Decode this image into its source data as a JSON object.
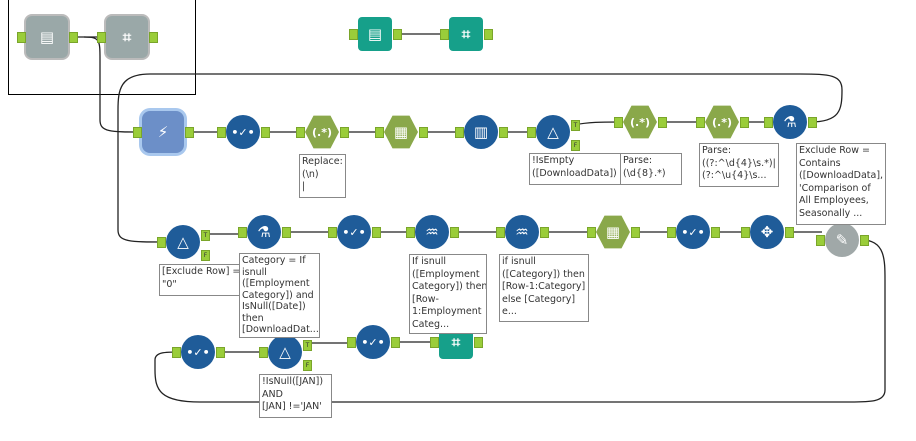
{
  "tools": [
    {
      "id": "t1",
      "type": "text-input",
      "style": "gray",
      "glyph": "▤"
    },
    {
      "id": "t2",
      "type": "browse",
      "style": "gray",
      "glyph": "⌗"
    },
    {
      "id": "t3",
      "type": "text-input",
      "style": "teal",
      "glyph": "▤"
    },
    {
      "id": "t4",
      "type": "browse",
      "style": "teal",
      "glyph": "⌗"
    },
    {
      "id": "t5",
      "type": "download",
      "style": "sel",
      "glyph": "⚡"
    },
    {
      "id": "t6",
      "type": "select",
      "style": "circle",
      "glyph": "•✓•"
    },
    {
      "id": "t7",
      "type": "regex",
      "style": "hex",
      "glyph": "(.*)"
    },
    {
      "id": "t8",
      "type": "text-to-columns",
      "style": "hex",
      "glyph": "▦"
    },
    {
      "id": "t9",
      "type": "transpose",
      "style": "circle",
      "glyph": "▥"
    },
    {
      "id": "t10",
      "type": "filter",
      "style": "circle",
      "glyph": "△"
    },
    {
      "id": "t11",
      "type": "regex",
      "style": "hex",
      "glyph": "(.*)"
    },
    {
      "id": "t12",
      "type": "regex",
      "style": "hex",
      "glyph": "(.*)"
    },
    {
      "id": "t13",
      "type": "formula",
      "style": "circle",
      "glyph": "⚗"
    },
    {
      "id": "t14",
      "type": "filter",
      "style": "circle",
      "glyph": "△"
    },
    {
      "id": "t15",
      "type": "formula",
      "style": "circle",
      "glyph": "⚗"
    },
    {
      "id": "t16",
      "type": "select",
      "style": "circle",
      "glyph": "•✓•"
    },
    {
      "id": "t17",
      "type": "multi-row-formula",
      "style": "circle",
      "glyph": "♒"
    },
    {
      "id": "t18",
      "type": "multi-row-formula",
      "style": "circle",
      "glyph": "♒"
    },
    {
      "id": "t19",
      "type": "text-to-columns",
      "style": "hex",
      "glyph": "▦"
    },
    {
      "id": "t20",
      "type": "select",
      "style": "circle",
      "glyph": "•✓•"
    },
    {
      "id": "t21",
      "type": "dynamic-rename",
      "style": "circle",
      "glyph": "✥"
    },
    {
      "id": "t22",
      "type": "disabled-tool",
      "style": "gear",
      "glyph": "✎"
    },
    {
      "id": "t23",
      "type": "select",
      "style": "circle",
      "glyph": "•✓•"
    },
    {
      "id": "t24",
      "type": "filter",
      "style": "circle",
      "glyph": "△"
    },
    {
      "id": "t25",
      "type": "select",
      "style": "circle",
      "glyph": "•✓•"
    },
    {
      "id": "t26",
      "type": "browse",
      "style": "teal",
      "glyph": "⌗"
    }
  ],
  "annotations": {
    "replace": "Replace:\n(\\n)\n|",
    "isempty": "!IsEmpty\n([DownloadData])",
    "parse1": "Parse:\n(\\d{8}.*)",
    "parse2": "Parse:\n((?:^\\d{4}\\s.*)|\n(?:^\\u{4}\\s...",
    "exclude": "Exclude Row =\nContains\n([DownloadData],\n'Comparison of\nAll Employees,\nSeasonally ...",
    "excl0": "[Exclude Row] =\n\"0\"",
    "category": "Category = If\nisnull\n([Employment\nCategory]) and\nIsNull([Date])\nthen\n[DownloadDat...",
    "emp": "If isnull\n([Employment\nCategory]) then\n[Row-\n1:Employment\nCateg...",
    "cat": "if isnull\n([Category]) then\n[Row-1:Category]\nelse [Category]\ne...",
    "jan": "!IsNull([JAN])\nAND\n[JAN] !='JAN'"
  },
  "anchor_labels": {
    "true": "T",
    "false": "F"
  }
}
